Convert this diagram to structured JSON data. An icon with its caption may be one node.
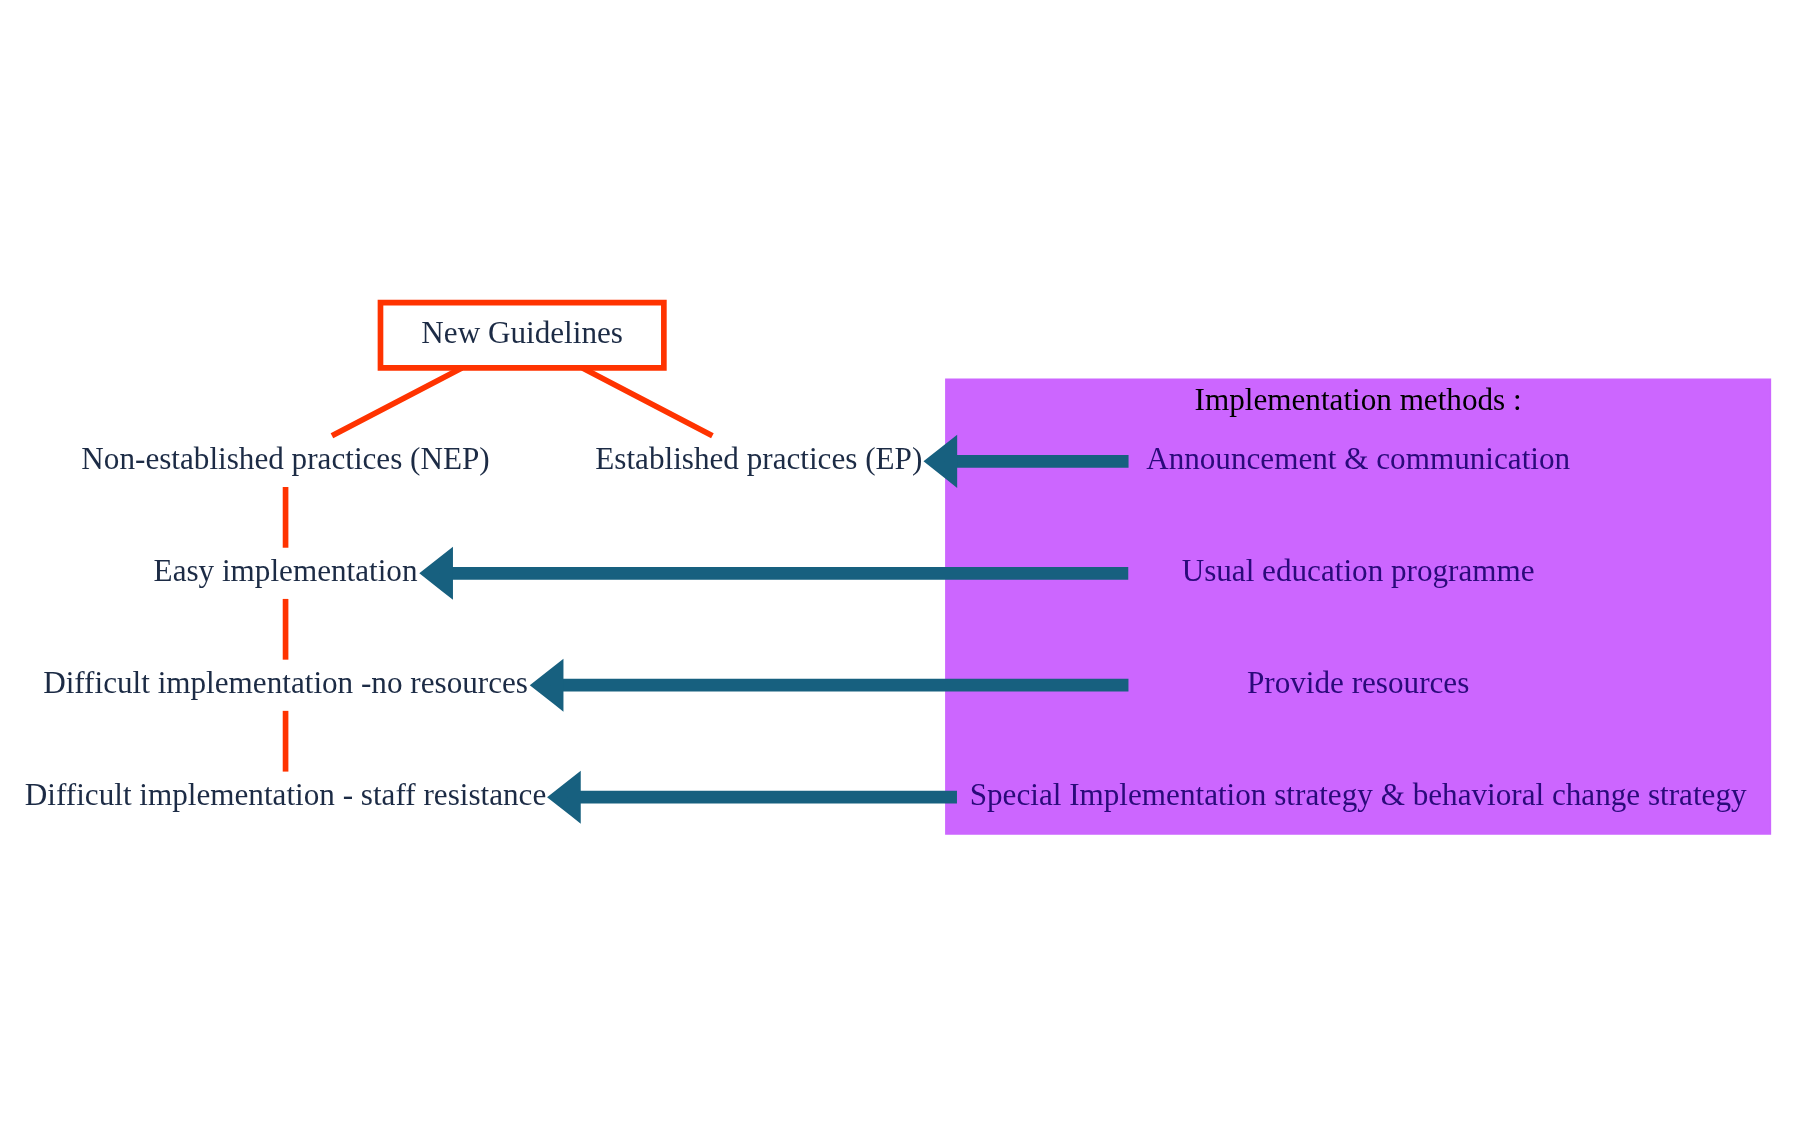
{
  "diagram": {
    "nodes": [
      {
        "text": [
          "New Guidelines"
        ]
      },
      {
        "text": [
          "Non-established practices (NEP)"
        ]
      },
      {
        "text": [
          "Established practices (EP)"
        ]
      },
      {
        "text": [
          "Easy implementation"
        ]
      },
      {
        "text": [
          "Difficult implementation -no resources"
        ]
      },
      {
        "text": [
          "Difficult implementation - staff resistance"
        ]
      },
      {
        "text": [
          "Implementation methods :"
        ]
      },
      {
        "text": [
          "Announcement & communication"
        ],
        "in": 6
      },
      {
        "text": [
          "Usual education programme"
        ],
        "in": 6
      },
      {
        "text": [
          "Provide resources"
        ],
        "in": 6
      },
      {
        "text": [
          "Special Implementation strategy & behavioral change strategy"
        ],
        "in": 6
      }
    ],
    "edges": [
      {
        "from": 0,
        "to": 1,
        "arrow": "none"
      },
      {
        "from": 0,
        "to": 2,
        "arrow": "none"
      },
      {
        "from": 1,
        "to": 3,
        "arrow": "none"
      },
      {
        "from": 3,
        "to": 4,
        "arrow": "none"
      },
      {
        "from": 4,
        "to": 5,
        "arrow": "none"
      },
      {
        "from": 7,
        "to": 2,
        "arrow": "to",
        "style": "thick",
        "color": "#17607f"
      },
      {
        "from": 8,
        "to": 3,
        "arrow": "to",
        "style": "thick",
        "color": "#17607f"
      },
      {
        "from": 9,
        "to": 4,
        "arrow": "to",
        "style": "thick",
        "color": "#17607f"
      },
      {
        "from": 10,
        "to": 5,
        "arrow": "to",
        "style": "thick",
        "color": "#17607f"
      }
    ]
  }
}
